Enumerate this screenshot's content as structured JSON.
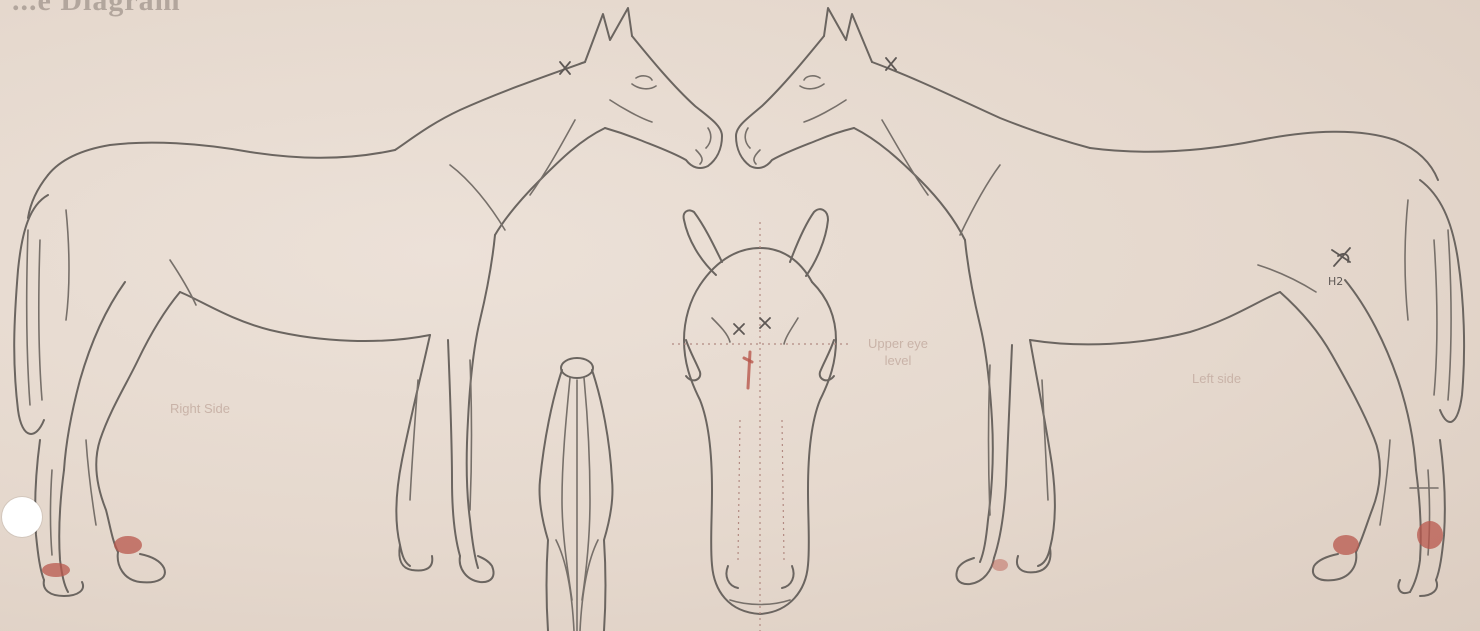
{
  "header": {
    "title": "...e Diagram"
  },
  "labels": {
    "right_side": "Right Side",
    "left_side": "Left side",
    "upper_eye_level": "Upper eye\nlevel"
  },
  "marks": {
    "hip_note": "H2"
  },
  "colors": {
    "paper": "#e6d9cf",
    "ink": "#6b6560",
    "red_marking": "#b8574c",
    "guide_line": "#b28a82"
  }
}
